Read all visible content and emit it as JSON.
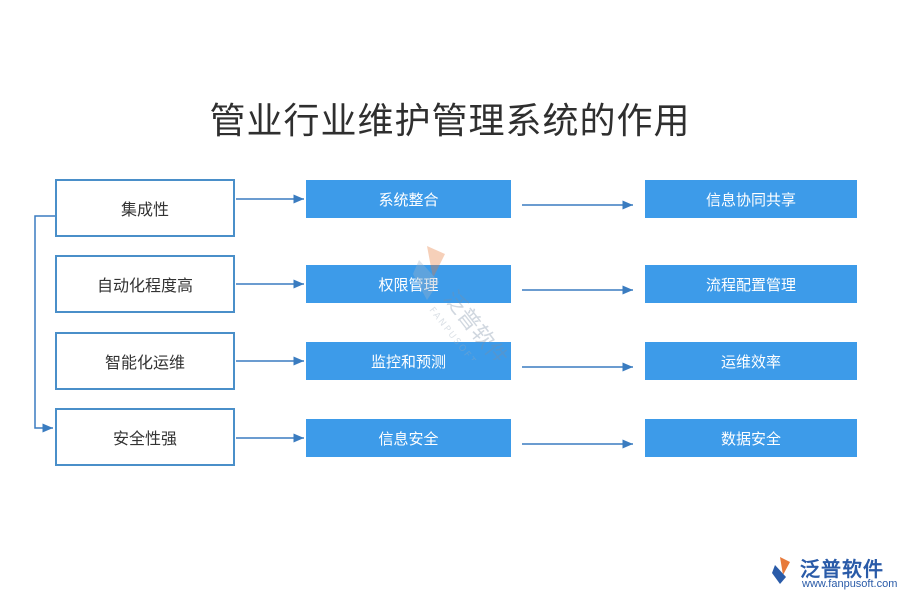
{
  "title": "管业行业维护管理系统的作用",
  "rows": [
    {
      "left": "集成性",
      "middle": "系统整合",
      "right": "信息协同共享"
    },
    {
      "left": "自动化程度高",
      "middle": "权限管理",
      "right": "流程配置管理"
    },
    {
      "left": "智能化运维",
      "middle": "监控和预测",
      "right": "运维效率"
    },
    {
      "left": "安全性强",
      "middle": "信息安全",
      "right": "数据安全"
    }
  ],
  "watermark": {
    "text": "泛普软件",
    "latin": "FANPUSOFT"
  },
  "logo": {
    "name": "泛普软件",
    "url": "www.fanpusoft.com"
  },
  "colors": {
    "accent": "#3d9be9",
    "border": "#4a8fc9",
    "brand": "#2a5ba8"
  }
}
